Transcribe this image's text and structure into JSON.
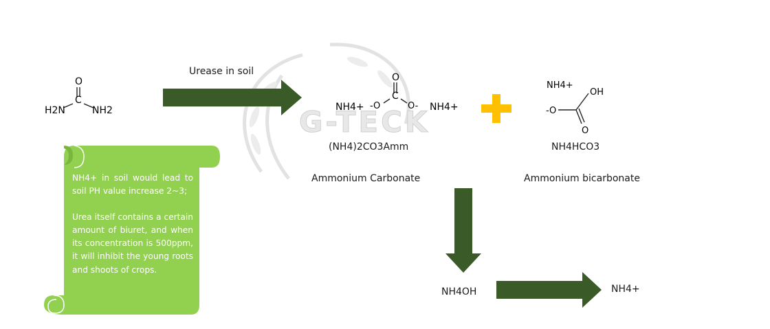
{
  "reaction": {
    "urea": {
      "top_atom": "O",
      "center_atom": "C",
      "left_group": "H2N",
      "right_group": "NH2"
    },
    "step1_label": "Urease in soil",
    "carbonate_structure": {
      "ion_left": "NH4+",
      "ion_right": "NH4+",
      "top_atom": "O",
      "center_atom": "C",
      "left_o": "-O",
      "right_o": "O-"
    },
    "carbonate_formula": "(NH4)2CO3Amm",
    "carbonate_name": "Ammonium Carbonate",
    "bicarbonate_structure": {
      "ion": "NH4+",
      "oh": "OH",
      "left_o": "-O",
      "bottom_o": "O"
    },
    "bicarbonate_formula": "NH4HCO3",
    "bicarbonate_name": "Ammonium bicarbonate",
    "hydroxide": "NH4OH",
    "final_product": "NH4+"
  },
  "note": {
    "paragraph1": "NH4+ in soil would lead to soil PH value increase 2~3;",
    "paragraph2": "Urea itself contains a certain amount of biuret, and when its concentration is 500ppm, it will inhibit the young roots and shoots of crops."
  },
  "watermark": {
    "text": "G-TECK"
  },
  "colors": {
    "arrow": "#3a5a27",
    "scroll": "#92d050",
    "plus": "#ffc000",
    "watermark": "#e4e4e4"
  }
}
